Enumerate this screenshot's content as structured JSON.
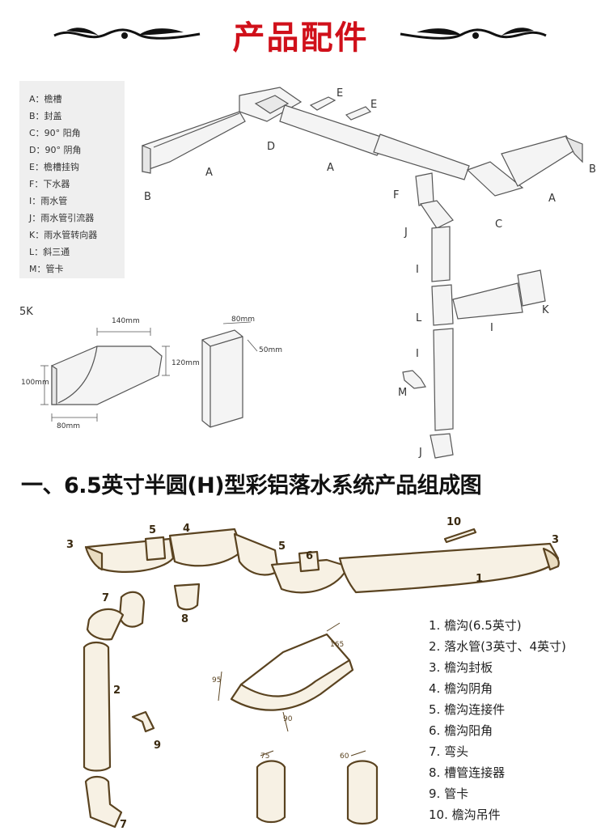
{
  "page_title": "产品配件",
  "top_legend": [
    "A：檐槽",
    "B：封盖",
    "C：90° 阳角",
    "D：90° 阴角",
    "E：檐槽挂钩",
    "F：下水器",
    "I：雨水管",
    "J：雨水管引流器",
    "K：雨水管转向器",
    "L：斜三通",
    "M：管卡"
  ],
  "top_labels": {
    "A1": "A",
    "A2": "A",
    "A3": "A",
    "B1": "B",
    "B2": "B",
    "C": "C",
    "D": "D",
    "E1": "E",
    "E2": "E",
    "F": "F",
    "J1": "J",
    "J2": "J",
    "I1": "I",
    "I2": "I",
    "I3": "I",
    "L": "L",
    "K": "K",
    "M": "M"
  },
  "model": "5K",
  "dims": {
    "w140": "140mm",
    "h120": "120mm",
    "h100": "100mm",
    "w80": "80mm",
    "p80": "80mm",
    "p50": "50mm"
  },
  "section2_title": "一、6.5英寸半圆(H)型彩铝落水系统产品组成图",
  "bottom_numbers": {
    "n3a": "3",
    "n5a": "5",
    "n4": "4",
    "n10": "10",
    "n3b": "3",
    "n5b": "5",
    "n6": "6",
    "n1": "1",
    "n7a": "7",
    "n8": "8",
    "n2": "2",
    "n9": "9",
    "n7b": "7"
  },
  "bottom_dims": {
    "d165": "165",
    "d95": "95",
    "d90": "90",
    "d75": "75",
    "d60": "60"
  },
  "bottom_list": [
    "1.  檐沟(6.5英寸)",
    "2.  落水管(3英寸、4英寸)",
    "3.  檐沟封板",
    "4.  檐沟阴角",
    "5.  檐沟连接件",
    "6.  檐沟阳角",
    "7.  弯头",
    "8.  槽管连接器",
    "9.  管卡",
    "10. 檐沟吊件"
  ],
  "colors": {
    "title_red": "#d0101a",
    "sepia": "#5a4320",
    "legend_bg": "#efefef"
  }
}
